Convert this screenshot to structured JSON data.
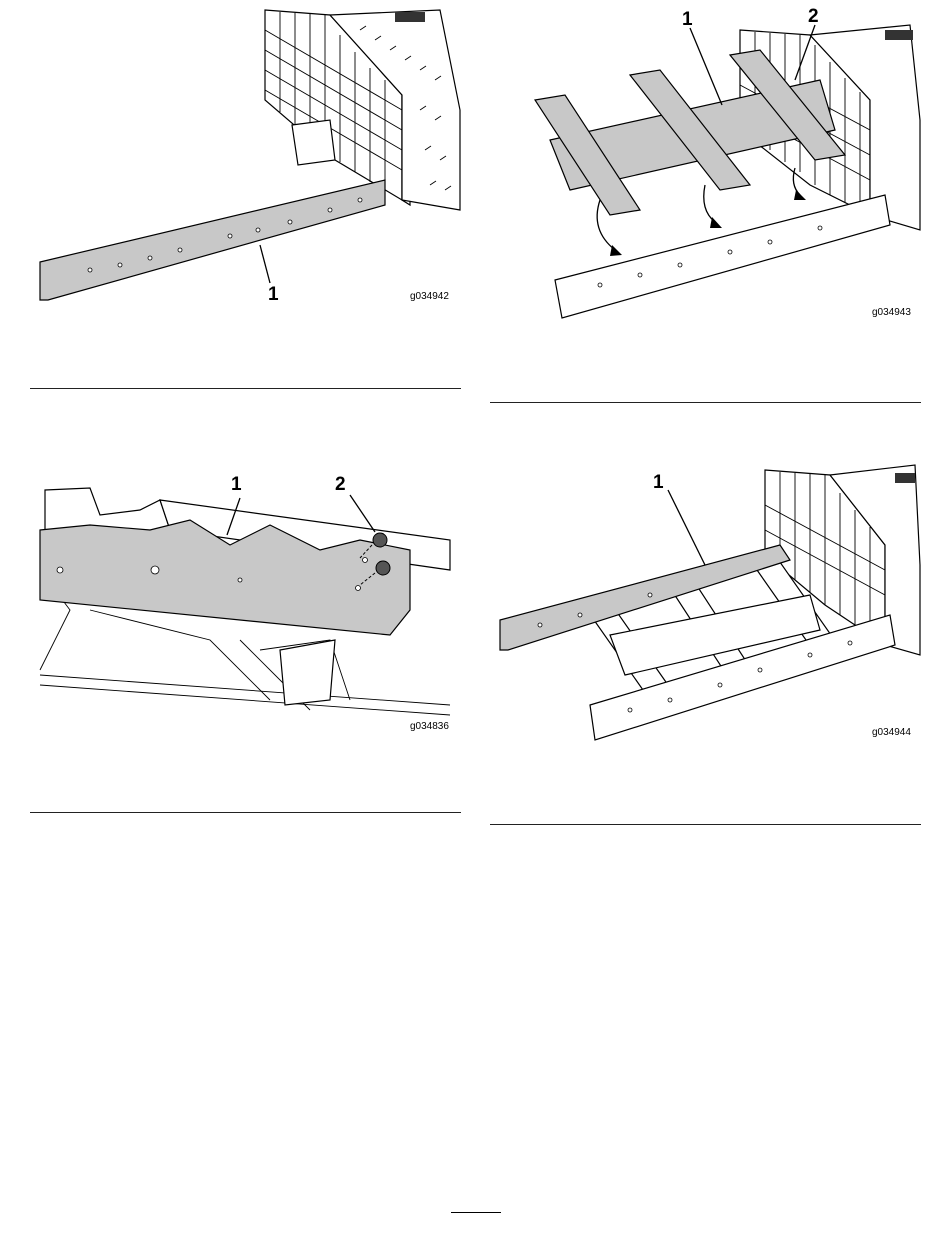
{
  "figures": [
    {
      "id": "g034942",
      "callouts": [
        "1"
      ]
    },
    {
      "id": "g034943",
      "callouts": [
        "1",
        "2"
      ]
    },
    {
      "id": "g034836",
      "callouts": [
        "1",
        "2"
      ]
    },
    {
      "id": "g034944",
      "callouts": [
        "1"
      ]
    }
  ],
  "page_number": ""
}
